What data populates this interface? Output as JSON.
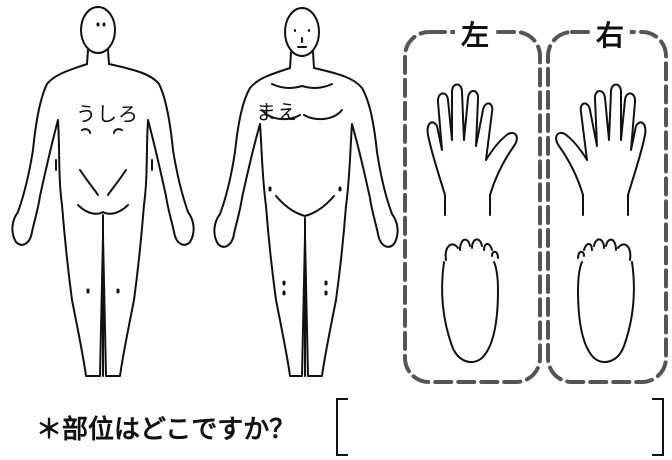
{
  "labels": {
    "back": "うしろ",
    "front": "まえ",
    "left": "左",
    "right": "右"
  },
  "question": {
    "text": "＊部位はどこですか？",
    "answer_value": ""
  }
}
